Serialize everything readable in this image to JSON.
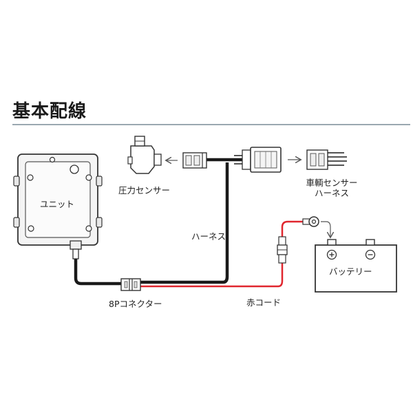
{
  "title": "基本配線",
  "labels": {
    "unit": "ユニット",
    "pressure_sensor": "圧力センサー",
    "vehicle_harness_line1": "車輌センサー",
    "vehicle_harness_line2": "ハーネス",
    "harness": "ハーネス",
    "connector_8p": "8Pコネクター",
    "battery": "バッテリー",
    "red_cord": "赤コード"
  },
  "colors": {
    "rule": "#9aa8b0",
    "wire_black": "#1a1a1a",
    "wire_red": "#e0262e",
    "outline": "#333333"
  },
  "icons": [
    "unit-box",
    "pressure-sensor-icon",
    "connector-8p-icon",
    "harness-connector-icon",
    "ring-terminal-icon",
    "fuse-holder-icon",
    "battery-icon"
  ]
}
